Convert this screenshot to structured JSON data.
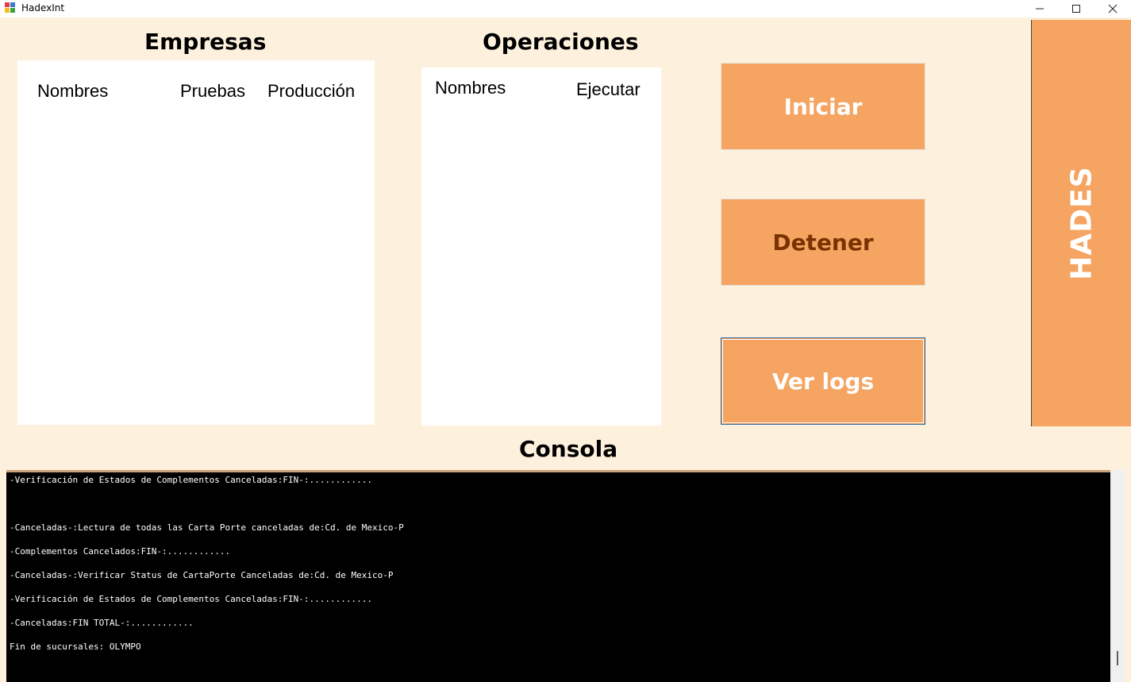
{
  "window": {
    "title": "HadexInt",
    "minimize": "—",
    "maximize": "☐",
    "close": "✕"
  },
  "empresas": {
    "title": "Empresas",
    "columns": [
      "Nombres",
      "Pruebas",
      "Producción"
    ]
  },
  "operaciones": {
    "title": "Operaciones",
    "columns": [
      "Nombres",
      "Ejecutar"
    ]
  },
  "buttons": {
    "start": "Iniciar",
    "stop": "Detener",
    "logs": "Ver logs"
  },
  "side_label": "HADES",
  "console": {
    "title": "Consola",
    "lines": [
      "-Verificación de Estados de Complementos Canceladas:FIN-:............",
      "",
      "-Canceladas-:Lectura de todas las Carta Porte canceladas de:Cd. de Mexico-P",
      "-Complementos Cancelados:FIN-:............",
      "-Canceladas-:Verificar Status de CartaPorte Canceladas de:Cd. de Mexico-P",
      "-Verificación de Estados de Complementos Canceladas:FIN-:............",
      "-Canceladas:FIN TOTAL-:............",
      "Fin de sucursales: OLYMPO"
    ]
  },
  "colors": {
    "background": "#fdf0dc",
    "accent": "#f5a462",
    "stop_text": "#7a3300",
    "console_bg": "#000000"
  }
}
